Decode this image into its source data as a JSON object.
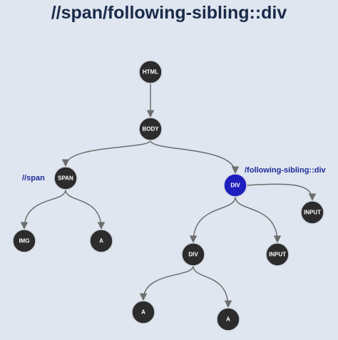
{
  "title": "//span/following-sibling::div",
  "colors": {
    "node": "#2c2c2c",
    "highlight": "#1f1fbf",
    "annotation": "#1e2a9a",
    "edge": "#6d6d6d"
  },
  "nodes": [
    {
      "id": "html",
      "label": "HTML"
    },
    {
      "id": "body",
      "label": "BODY"
    },
    {
      "id": "span",
      "label": "SPAN"
    },
    {
      "id": "img",
      "label": "IMG"
    },
    {
      "id": "a1",
      "label": "A"
    },
    {
      "id": "div1",
      "label": "DIV",
      "highlighted": true
    },
    {
      "id": "input1",
      "label": "INPUT"
    },
    {
      "id": "div2",
      "label": "DIV"
    },
    {
      "id": "input2",
      "label": "INPUT"
    },
    {
      "id": "a2",
      "label": "A"
    },
    {
      "id": "a3",
      "label": "A"
    }
  ],
  "edges": [
    {
      "from": "html",
      "to": "body"
    },
    {
      "from": "body",
      "to": "span"
    },
    {
      "from": "body",
      "to": "div1"
    },
    {
      "from": "span",
      "to": "img"
    },
    {
      "from": "span",
      "to": "a1"
    },
    {
      "from": "div1",
      "to": "input1"
    },
    {
      "from": "div1",
      "to": "div2"
    },
    {
      "from": "div1",
      "to": "input2"
    },
    {
      "from": "div2",
      "to": "a2"
    },
    {
      "from": "div2",
      "to": "a3"
    }
  ],
  "annotations": {
    "span": "//span",
    "div1": "/following-sibling::div"
  }
}
